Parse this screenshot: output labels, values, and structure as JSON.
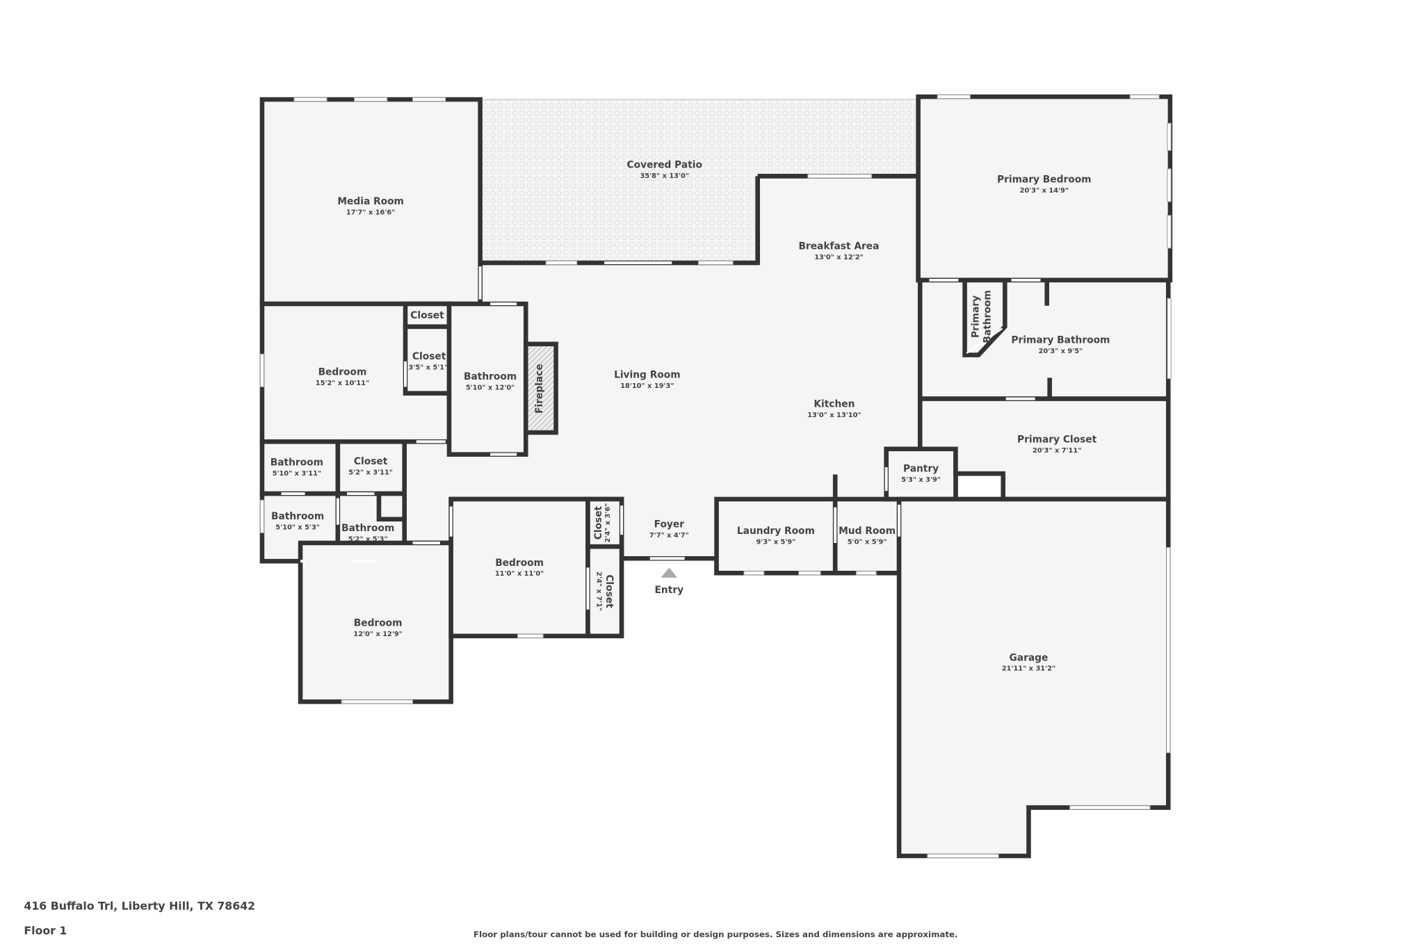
{
  "address": "416 Buffalo Trl, Liberty Hill, TX 78642",
  "floor": "Floor 1",
  "disclaimer": "Floor plans/tour cannot be used for building or design purposes. Sizes and dimensions are approximate.",
  "entry_label": "Entry",
  "fireplace_label": "Fireplace",
  "colors": {
    "wall": "#333333",
    "floor": "#f5f5f5",
    "entry_marker": "#aaaaaa"
  },
  "rooms": {
    "media": {
      "name": "Media Room",
      "dims": "17'7\" x 16'6\""
    },
    "patio": {
      "name": "Covered Patio",
      "dims": "35'8\" x 13'0\""
    },
    "primary_bedroom": {
      "name": "Primary Bedroom",
      "dims": "20'3\" x 14'9\""
    },
    "breakfast": {
      "name": "Breakfast Area",
      "dims": "13'0\" x 12'2\""
    },
    "living": {
      "name": "Living Room",
      "dims": "18'10\" x 19'3\""
    },
    "kitchen": {
      "name": "Kitchen",
      "dims": "13'0\" x 13'10\""
    },
    "bedroom1": {
      "name": "Bedroom",
      "dims": "15'2\" x 10'11\""
    },
    "closet_top": {
      "name": "Closet"
    },
    "closet2": {
      "name": "Closet",
      "dims": "3'5\" x 5'1\""
    },
    "bath1": {
      "name": "Bathroom",
      "dims": "5'10\" x 12'0\""
    },
    "bath2": {
      "name": "Bathroom",
      "dims": "5'10\" x 3'11\""
    },
    "closet3": {
      "name": "Closet",
      "dims": "5'2\" x 3'11\""
    },
    "bath3": {
      "name": "Bathroom",
      "dims": "5'10\" x 5'3\""
    },
    "bath4": {
      "name": "Bathroom",
      "dims": "5'2\" x 5'3\""
    },
    "bedroom2": {
      "name": "Bedroom",
      "dims": "12'0\" x 12'9\""
    },
    "bedroom3": {
      "name": "Bedroom",
      "dims": "11'0\" x 11'0\""
    },
    "closet4": {
      "name": "Closet",
      "dims": "2'4\" x 3'6\""
    },
    "closet5": {
      "name": "Closet",
      "dims": "2'4\" x 7'1\""
    },
    "foyer": {
      "name": "Foyer",
      "dims": "7'7\" x 4'7\""
    },
    "laundry": {
      "name": "Laundry Room",
      "dims": "9'3\" x 5'9\""
    },
    "mud": {
      "name": "Mud Room",
      "dims": "5'0\" x 5'9\""
    },
    "pantry": {
      "name": "Pantry",
      "dims": "5'3\" x 3'9\""
    },
    "primary_bath_small": {
      "name_line1": "Primary",
      "name_line2": "Bathroom"
    },
    "primary_bath": {
      "name": "Primary Bathroom",
      "dims": "20'3\" x 9'5\""
    },
    "primary_closet": {
      "name": "Primary Closet",
      "dims": "20'3\" x 7'11\""
    },
    "garage": {
      "name": "Garage",
      "dims": "21'11\" x 31'2\""
    }
  }
}
